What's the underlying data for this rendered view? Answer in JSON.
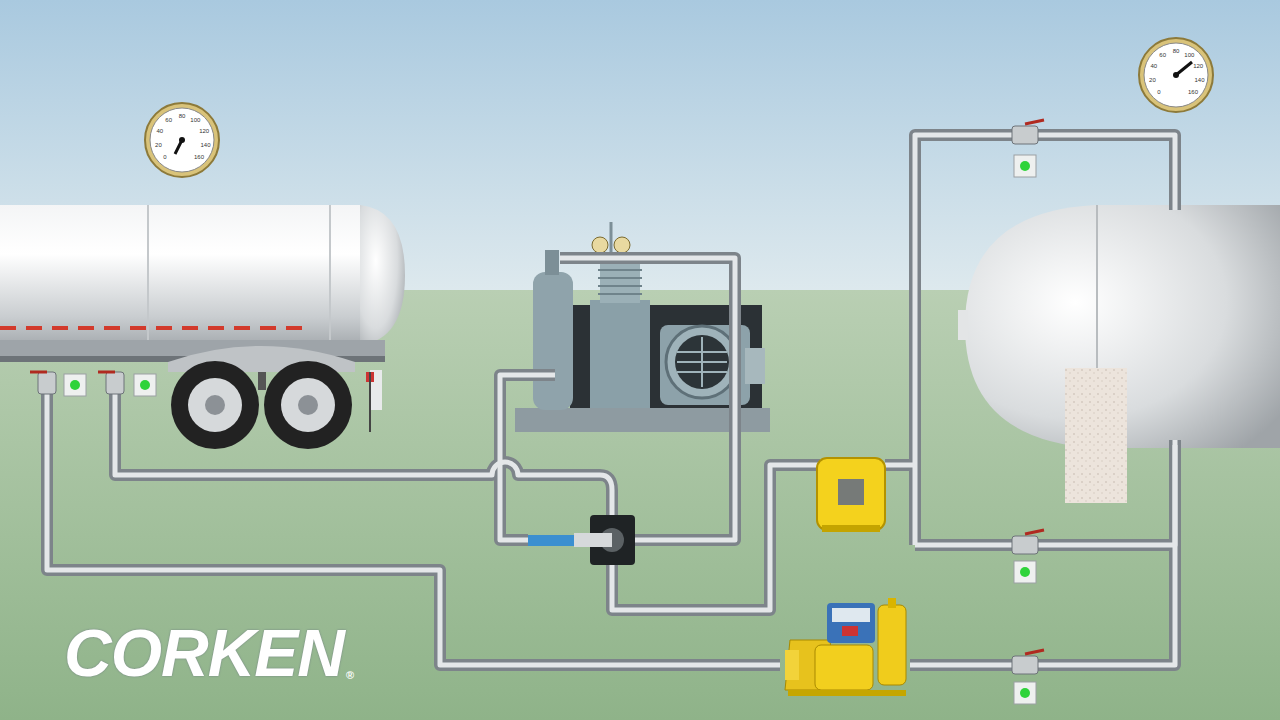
{
  "diagram": {
    "labels": [
      "0",
      "20",
      "40",
      "60",
      "80",
      "100",
      "120",
      "140",
      "160",
      "0",
      "20",
      "40",
      "60",
      "80",
      "100",
      "120",
      "140",
      "160",
      "CORKEN",
      "®"
    ]
  }
}
